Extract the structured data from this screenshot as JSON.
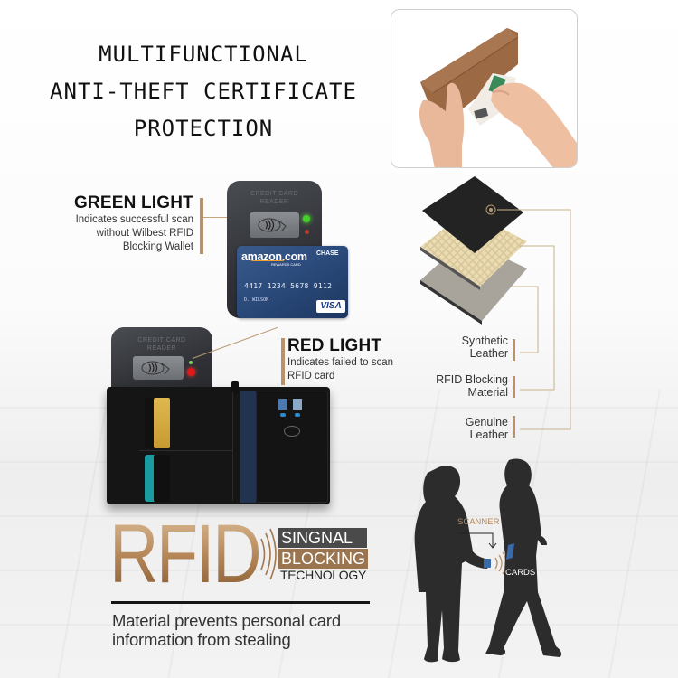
{
  "headline": {
    "lines": [
      "MULTIFUNCTIONAL",
      "ANTI-THEFT CERTIFICATE",
      "PROTECTION"
    ]
  },
  "green_light": {
    "title": "GREEN LIGHT",
    "description_lines": [
      "Indicates successful scan",
      "without Wilbest RFID",
      "Blocking Wallet"
    ],
    "indicator_color": "#44d12a"
  },
  "red_light": {
    "title": "RED LIGHT",
    "description_lines": [
      "Indicates failed to scan",
      "RFID card"
    ],
    "indicator_color": "#e01818"
  },
  "reader": {
    "label_line1": "CREDIT CARD",
    "label_line2": "READER",
    "contactless_icon": "contactless-icon"
  },
  "credit_card": {
    "brand": "amazon.com",
    "sub": "REWARDS CARD",
    "issuer": "CHASE",
    "number": "4417 1234 5678 9112",
    "holder": "D. WILSON",
    "network": "VISA"
  },
  "rfid": {
    "big_text": "RFID",
    "tag1": "SINGNAL",
    "tag2": "BLOCKING",
    "tag3": "TECHNOLOGY",
    "description_lines": [
      "Material prevents personal card",
      "information from stealing"
    ]
  },
  "layers": {
    "items": [
      {
        "lines": [
          "Synthetic",
          "Leather"
        ]
      },
      {
        "lines": [
          "RFID Blocking",
          "Material"
        ]
      },
      {
        "lines": [
          "Genuine",
          "Leather"
        ]
      }
    ]
  },
  "scene": {
    "scanner_label": "SCANNER",
    "cards_label": "CARDS"
  },
  "colors": {
    "gold": "#b38a5e",
    "dark": "#2a2a2a",
    "tag_gray": "#4a4a4a",
    "tag_gold": "#9a7550"
  }
}
